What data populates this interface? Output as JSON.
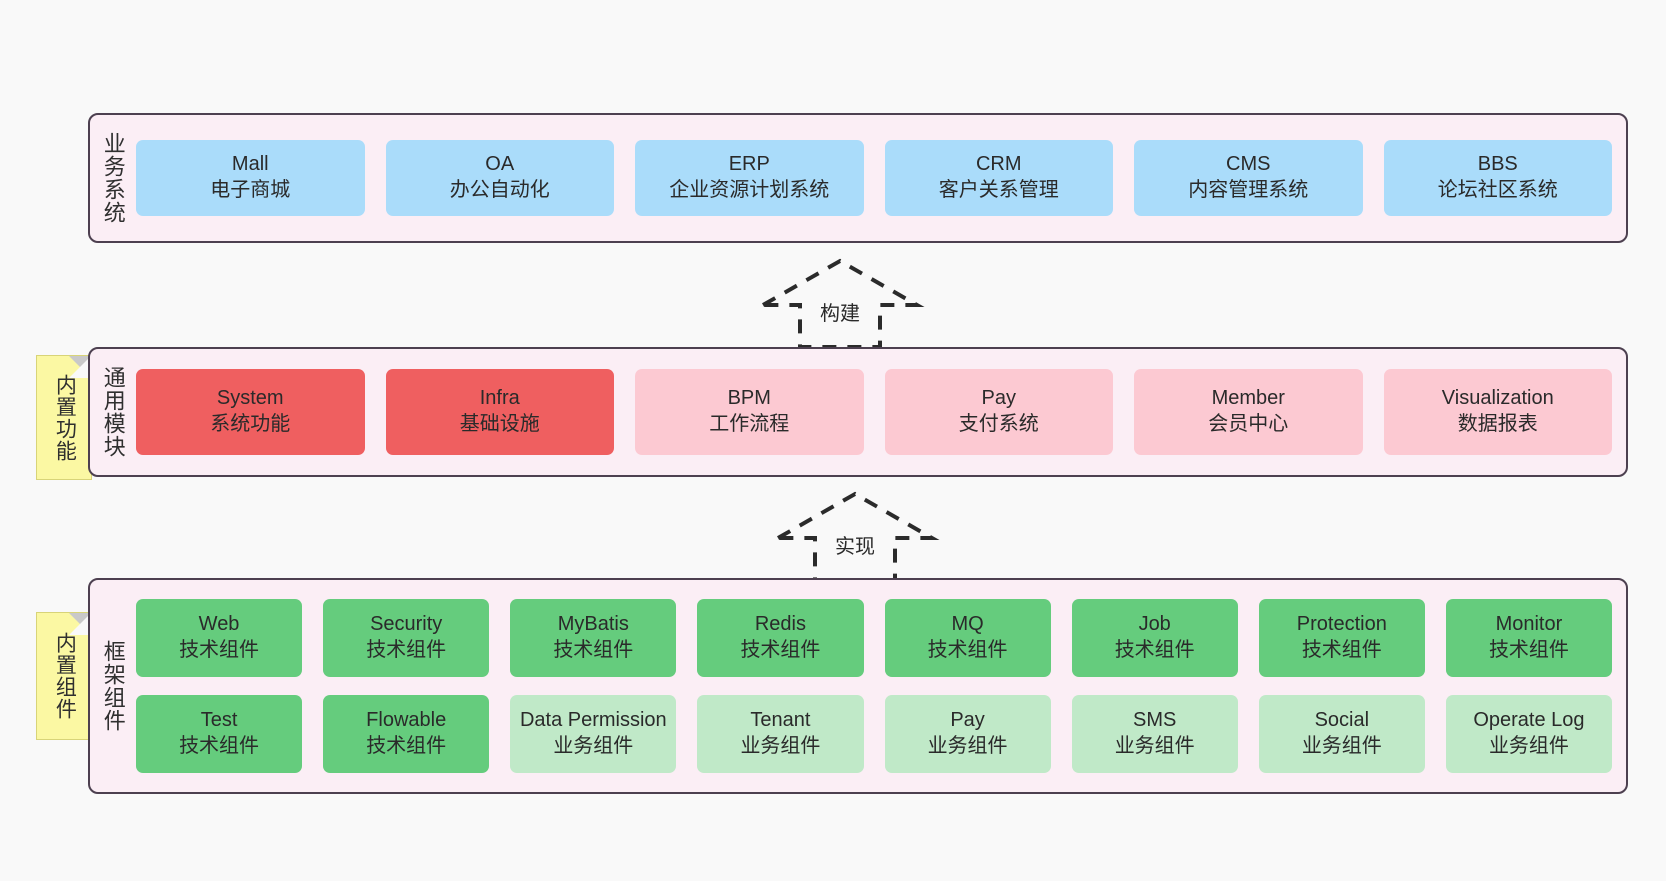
{
  "diagram": {
    "background": "#f9f9f9",
    "panel_bg": "#fbeef5",
    "panel_border": "#4d4050"
  },
  "layers": [
    {
      "id": "business-system",
      "title": "业务系统",
      "rows": [
        {
          "style": "card-blue",
          "cards": [
            {
              "name": "Mall",
              "sub": "电子商城"
            },
            {
              "name": "OA",
              "sub": "办公自动化"
            },
            {
              "name": "ERP",
              "sub": "企业资源计划系统"
            },
            {
              "name": "CRM",
              "sub": "客户关系管理"
            },
            {
              "name": "CMS",
              "sub": "内容管理系统"
            },
            {
              "name": "BBS",
              "sub": "论坛社区系统"
            }
          ]
        }
      ]
    },
    {
      "id": "common-module",
      "title": "通用模块",
      "sticky": "内置功能",
      "rows": [
        {
          "cards": [
            {
              "name": "System",
              "sub": "系统功能",
              "style": "card-red"
            },
            {
              "name": "Infra",
              "sub": "基础设施",
              "style": "card-red"
            },
            {
              "name": "BPM",
              "sub": "工作流程",
              "style": "card-pink"
            },
            {
              "name": "Pay",
              "sub": "支付系统",
              "style": "card-pink"
            },
            {
              "name": "Member",
              "sub": "会员中心",
              "style": "card-pink"
            },
            {
              "name": "Visualization",
              "sub": "数据报表",
              "style": "card-pink"
            }
          ]
        }
      ]
    },
    {
      "id": "framework-component",
      "title": "框架组件",
      "sticky": "内置组件",
      "rows": [
        {
          "cards": [
            {
              "name": "Web",
              "sub": "技术组件",
              "style": "card-green"
            },
            {
              "name": "Security",
              "sub": "技术组件",
              "style": "card-green"
            },
            {
              "name": "MyBatis",
              "sub": "技术组件",
              "style": "card-green"
            },
            {
              "name": "Redis",
              "sub": "技术组件",
              "style": "card-green"
            },
            {
              "name": "MQ",
              "sub": "技术组件",
              "style": "card-green"
            },
            {
              "name": "Job",
              "sub": "技术组件",
              "style": "card-green"
            },
            {
              "name": "Protection",
              "sub": "技术组件",
              "style": "card-green"
            },
            {
              "name": "Monitor",
              "sub": "技术组件",
              "style": "card-green"
            }
          ]
        },
        {
          "cards": [
            {
              "name": "Test",
              "sub": "技术组件",
              "style": "card-green"
            },
            {
              "name": "Flowable",
              "sub": "技术组件",
              "style": "card-green"
            },
            {
              "name": "Data Permission",
              "sub": "业务组件",
              "style": "card-green-light"
            },
            {
              "name": "Tenant",
              "sub": "业务组件",
              "style": "card-green-light"
            },
            {
              "name": "Pay",
              "sub": "业务组件",
              "style": "card-green-light"
            },
            {
              "name": "SMS",
              "sub": "业务组件",
              "style": "card-green-light"
            },
            {
              "name": "Social",
              "sub": "业务组件",
              "style": "card-green-light"
            },
            {
              "name": "Operate Log",
              "sub": "业务组件",
              "style": "card-green-light"
            }
          ]
        }
      ]
    }
  ],
  "connectors": [
    {
      "id": "build",
      "label": "构建"
    },
    {
      "id": "implement",
      "label": "实现"
    }
  ]
}
